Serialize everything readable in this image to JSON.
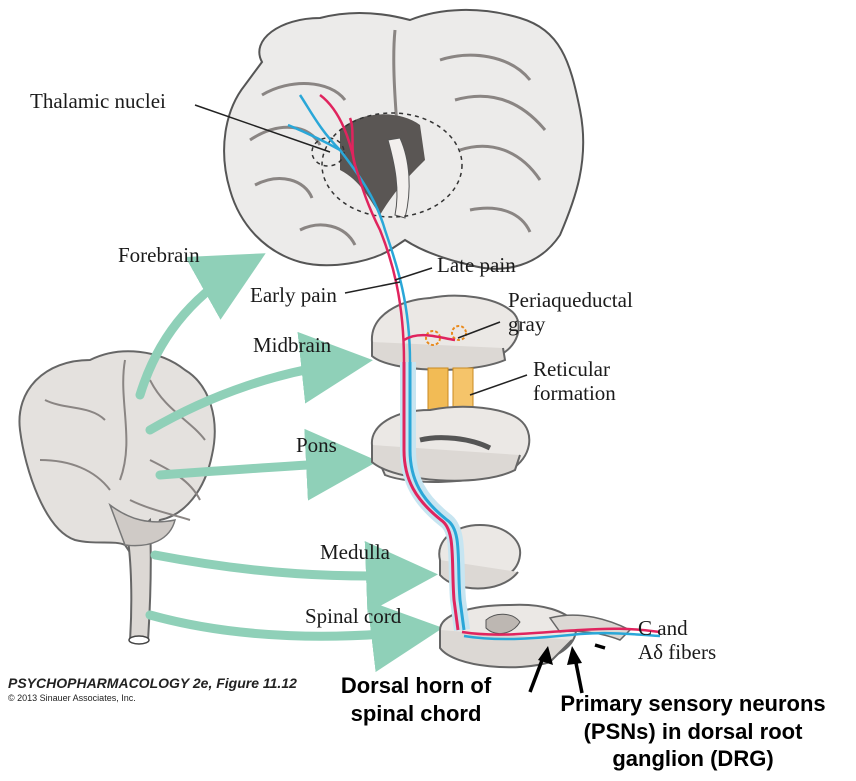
{
  "labels": {
    "thalamic_nuclei": "Thalamic nuclei",
    "forebrain": "Forebrain",
    "late_pain": "Late pain",
    "early_pain": "Early pain",
    "periaqueductal_1": "Periaqueductal",
    "periaqueductal_2": "gray",
    "midbrain": "Midbrain",
    "reticular_1": "Reticular",
    "reticular_2": "formation",
    "pons": "Pons",
    "medulla": "Medulla",
    "spinal_cord": "Spinal cord",
    "fibers_1": "C and",
    "fibers_2": "Aδ fibers"
  },
  "annotations": {
    "dorsal_horn_1": "Dorsal horn of",
    "dorsal_horn_2": "spinal chord",
    "psn_1": "Primary sensory neurons",
    "psn_2": "(PSNs) in dorsal root",
    "psn_3": "ganglion (DRG)"
  },
  "credit": {
    "title": "PSYCHOPHARMACOLOGY 2e, Figure 11.12",
    "copyright": "© 2013 Sinauer Associates, Inc."
  },
  "colors": {
    "early_pain_pathway": "#2aa7d8",
    "late_pain_pathway": "#e0245e",
    "projection_arrows": "#8fd0b8",
    "reticular_formation": "#f2bb55",
    "tissue": "#e9e6e3"
  }
}
